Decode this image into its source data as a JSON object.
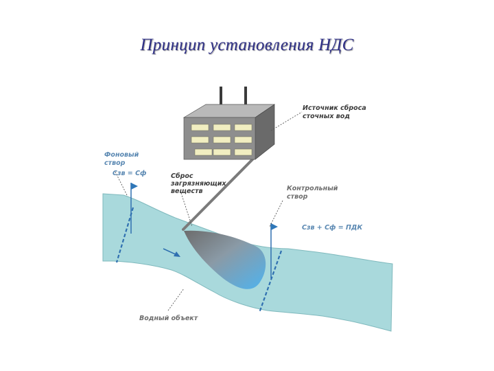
{
  "title": "Принцип установления НДС",
  "labels": {
    "source": [
      "Источник сброса",
      "сточных вод"
    ],
    "background_section": [
      "Фоновый",
      "створ"
    ],
    "background_formula": "Сзв = Сф",
    "discharge": [
      "Сброс",
      "загрязняющих",
      "веществ"
    ],
    "control_section": [
      "Контрольный",
      "створ"
    ],
    "control_formula": "Сзв + Сф = ПДК",
    "water_body": "Водный объект"
  },
  "colors": {
    "title": "#2e2f86",
    "river": "#a9d9dc",
    "river_outline": "#7fb9bd",
    "plume_dark": "#6e6e6e",
    "plume_light": "#58b6ea",
    "flag": "#2f77b8",
    "building_front": "#8e8e8e",
    "building_top": "#b9b9b9",
    "building_side": "#6a6a6a",
    "windows": "#f1eec1"
  },
  "icons": {
    "flow_direction": "arrow-icon",
    "section_marker": "flag-icon"
  }
}
